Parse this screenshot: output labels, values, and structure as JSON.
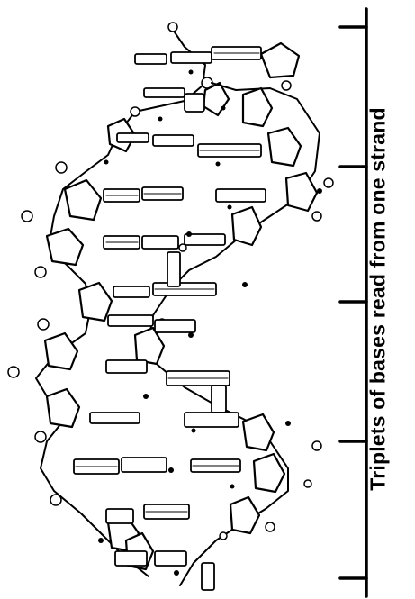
{
  "figure": {
    "label": "Triplets of bases read from one strand",
    "ink_color": "#000000",
    "background_color": "#ffffff"
  },
  "scale_bar": {
    "segment_count": 4,
    "meaning": "triplet boundaries"
  }
}
